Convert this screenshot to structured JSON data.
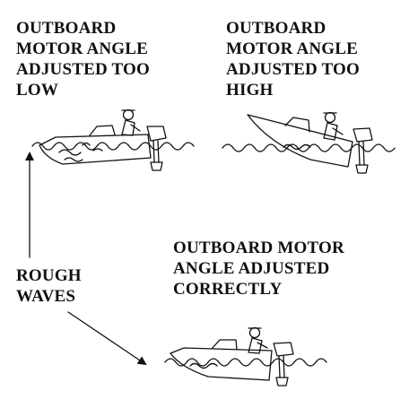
{
  "labels": {
    "too_low": [
      "OUTBOARD",
      "MOTOR ANGLE",
      "ADJUSTED TOO",
      "LOW"
    ],
    "too_high": [
      "OUTBOARD",
      "MOTOR ANGLE",
      "ADJUSTED TOO",
      "HIGH"
    ],
    "correct": [
      "OUTBOARD MOTOR",
      "ANGLE ADJUSTED",
      "CORRECTLY"
    ],
    "waves": [
      "ROUGH",
      "WAVES"
    ]
  },
  "colors": {
    "ink": "#111111",
    "background": "#ffffff"
  }
}
